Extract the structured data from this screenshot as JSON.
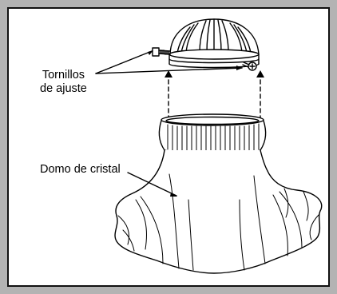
{
  "labels": {
    "screws_line1": "Tornillos",
    "screws_line2": "de ajuste",
    "dome": "Domo de cristal"
  },
  "colors": {
    "background": "#b3b3b3",
    "panel": "#ffffff",
    "ink": "#000000"
  }
}
